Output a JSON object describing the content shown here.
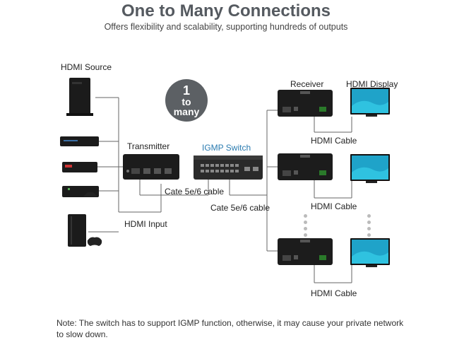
{
  "title": "One to Many Connections",
  "subtitle": "Offers flexibility and scalability, supporting hundreds of outputs",
  "labels": {
    "hdmi_source": "HDMI Source",
    "transmitter": "Transmitter",
    "igmp_switch": "IGMP Switch",
    "receiver": "Receiver",
    "hdmi_display": "HDMI Display",
    "hdmi_input": "HDMI Input",
    "cate_cable_1": "Cate 5e/6 cable",
    "cate_cable_2": "Cate 5e/6 cable",
    "hdmi_cable_1": "HDMI Cable",
    "hdmi_cable_2": "HDMI Cable",
    "hdmi_cable_3": "HDMI Cable"
  },
  "badge": {
    "number": "1",
    "line1": "to",
    "line2": "many"
  },
  "note": "Note: The switch has to support IGMP function, otherwise, it may cause your private network to slow down.",
  "colors": {
    "device": "#1c1c1c",
    "line": "#666666",
    "accent": "#2a7bb0",
    "badge": "#5c6064",
    "screen": "#1fa3c9"
  }
}
